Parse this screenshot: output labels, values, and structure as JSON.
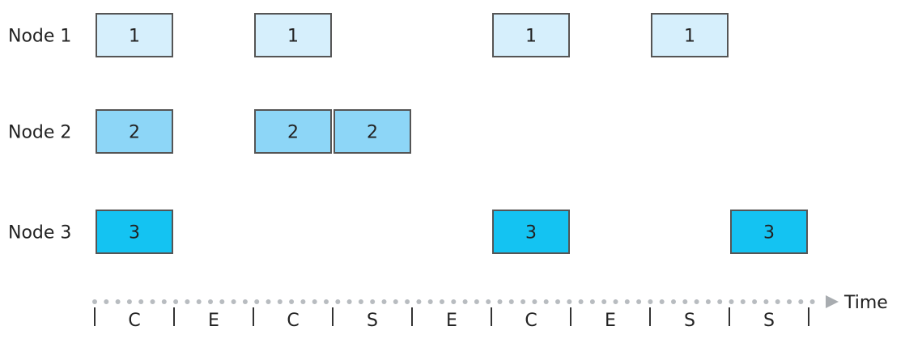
{
  "nodes": [
    {
      "label": "Node 1",
      "id": "1",
      "color": "#d6effc",
      "slots": [
        0,
        2,
        5,
        7
      ]
    },
    {
      "label": "Node 2",
      "id": "2",
      "color": "#8dd6f7",
      "slots": [
        0,
        2,
        3
      ]
    },
    {
      "label": "Node 3",
      "id": "3",
      "color": "#14c3f2",
      "slots": [
        0,
        5,
        8
      ]
    }
  ],
  "slot_labels": [
    "C",
    "E",
    "C",
    "S",
    "E",
    "C",
    "E",
    "S",
    "S"
  ],
  "axis_label": "Time"
}
